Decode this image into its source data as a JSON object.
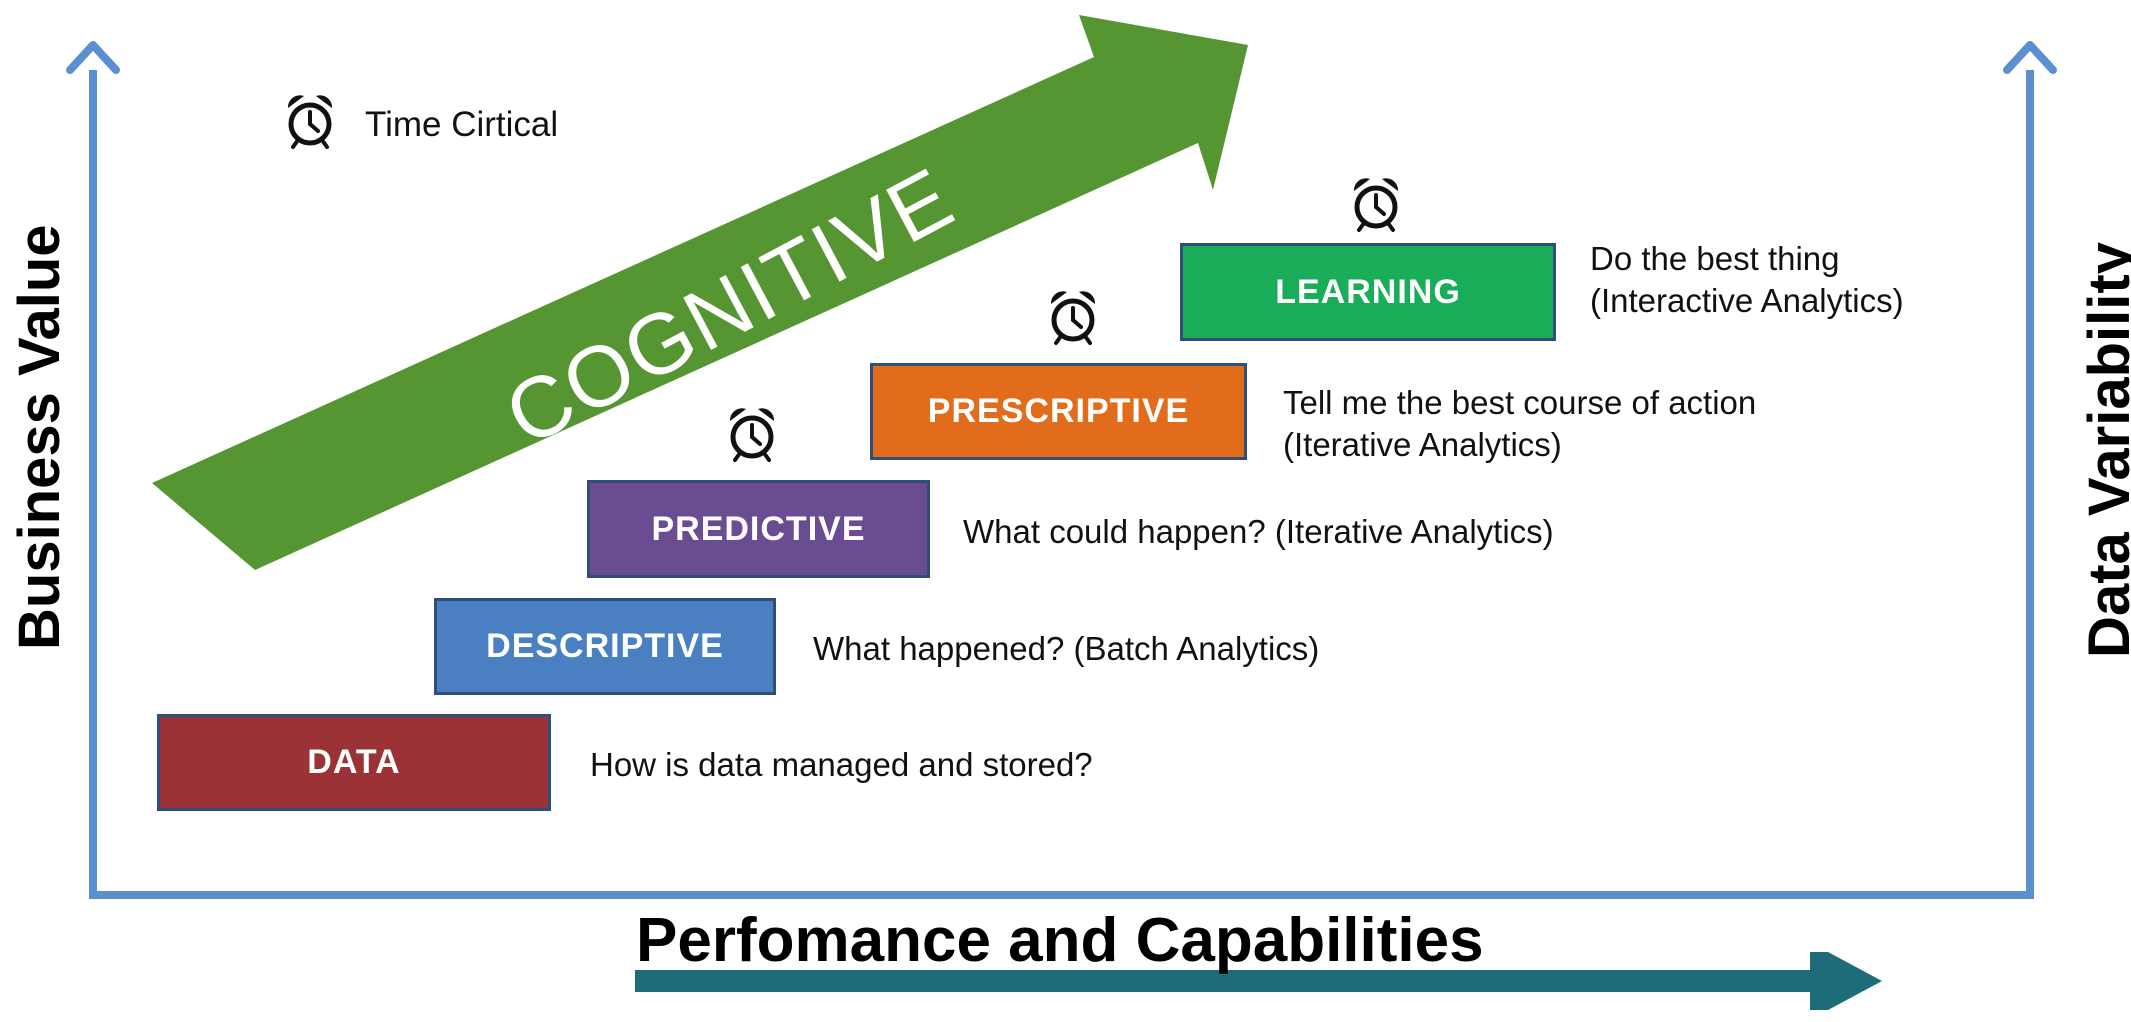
{
  "axes": {
    "y_left_label": "Business Value",
    "y_right_label": "Data Variability",
    "x_label": "Perfomance and Capabilities"
  },
  "legend": {
    "icon": "alarm-clock-icon",
    "text": "Time Cirtical"
  },
  "arrow_label": "COGNITIVE",
  "stages": [
    {
      "id": "data",
      "label": "DATA",
      "color": "#9b3236",
      "description_lines": [
        "How is data managed and stored?"
      ],
      "time_critical": false
    },
    {
      "id": "descriptive",
      "label": "DESCRIPTIVE",
      "color": "#4a7fc1",
      "description_lines": [
        "What happened? (Batch Analytics)"
      ],
      "time_critical": false
    },
    {
      "id": "predictive",
      "label": "PREDICTIVE",
      "color": "#6a4c93",
      "description_lines": [
        "What could happen? (Iterative Analytics)"
      ],
      "time_critical": true
    },
    {
      "id": "prescriptive",
      "label": "PRESCRIPTIVE",
      "color": "#e06c1c",
      "description_lines": [
        "Tell me the best course of action",
        "(Iterative Analytics)"
      ],
      "time_critical": true
    },
    {
      "id": "learning",
      "label": "LEARNING",
      "color": "#19ad5a",
      "description_lines": [
        "Do the best thing",
        "(Interactive Analytics)"
      ],
      "time_critical": true
    }
  ],
  "colors": {
    "axis": "#5b8fcf",
    "cognitive_arrow": "#559633",
    "x_arrow": "#1e6b7a"
  }
}
